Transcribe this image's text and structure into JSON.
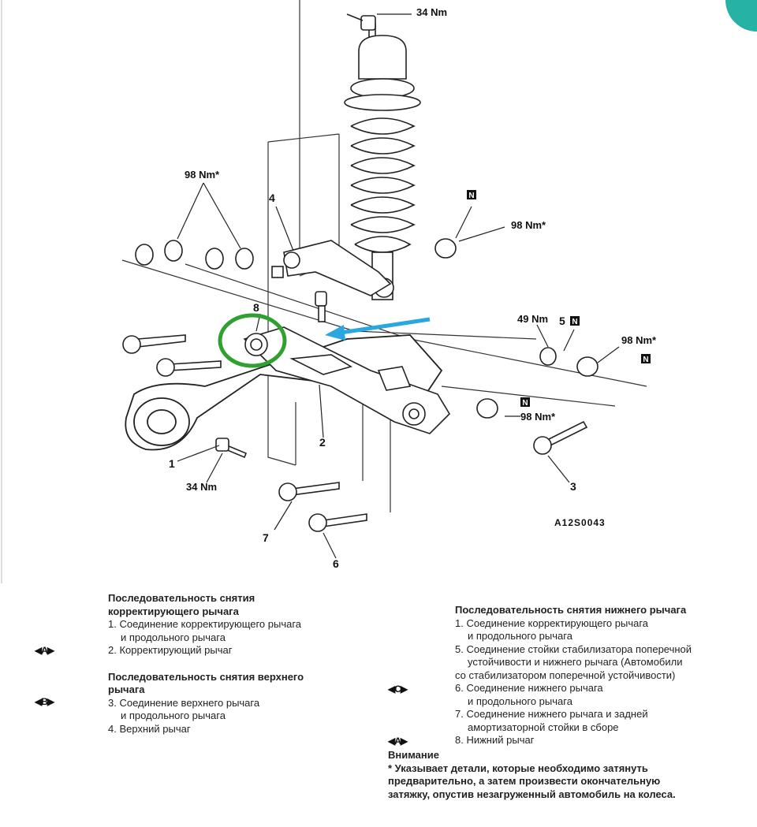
{
  "diagram": {
    "code": "A12S0043",
    "torques": {
      "t34_top": "34 Nm",
      "t98_left": "98 Nm*",
      "t98_right_top": "98 Nm*",
      "t49": "49 Nm",
      "t98_right": "98 Nm*",
      "t98_lower": "98 Nm*",
      "t34_bottom": "34 Nm"
    },
    "callouts": {
      "c1": "1",
      "c2": "2",
      "c3": "3",
      "c4": "4",
      "c5": "5",
      "c6": "6",
      "c7": "7",
      "c8": "8"
    },
    "n_badge": "N",
    "highlight_color": "#2ea12e",
    "arrow_color": "#2aa7df"
  },
  "legend_left": {
    "section1_title_line1": "Последовательность снятия",
    "section1_title_line2": "корректирующего рычага",
    "section1_items": [
      "1. Соединение корректирующего рычага",
      "и продольного рычага",
      "2. Корректирующий рычаг"
    ],
    "section2_title_line1": "Последовательность снятия верхнего",
    "section2_title_line2": "рычага",
    "section2_items": [
      "3. Соединение верхнего рычага",
      "и продольного рычага",
      "4. Верхний рычаг"
    ],
    "marker_a": "A",
    "marker_b": "B"
  },
  "legend_right": {
    "title": "Последовательность снятия нижнего рычага",
    "items": [
      "1. Соединение корректирующего рычага",
      "и продольного рычага",
      "5. Соединение стойки стабилизатора поперечной",
      "устойчивости и нижнего рычага (Автомобили",
      "со стабилизатором поперечной устойчивости)",
      "6. Соединение нижнего рычага",
      "и продольного рычага",
      "7. Соединение нижнего рычага и задней",
      "амортизаторной стойки в сборе",
      "8. Нижний рычаг"
    ],
    "marker_c": "C",
    "marker_a": "A",
    "note_title": "Внимание",
    "note_lines": [
      "* Указывает детали, которые необходимо затянуть",
      "предварительно, а затем произвести окончательную",
      "затяжку, опустив незагруженный автомобиль на колеса."
    ]
  }
}
